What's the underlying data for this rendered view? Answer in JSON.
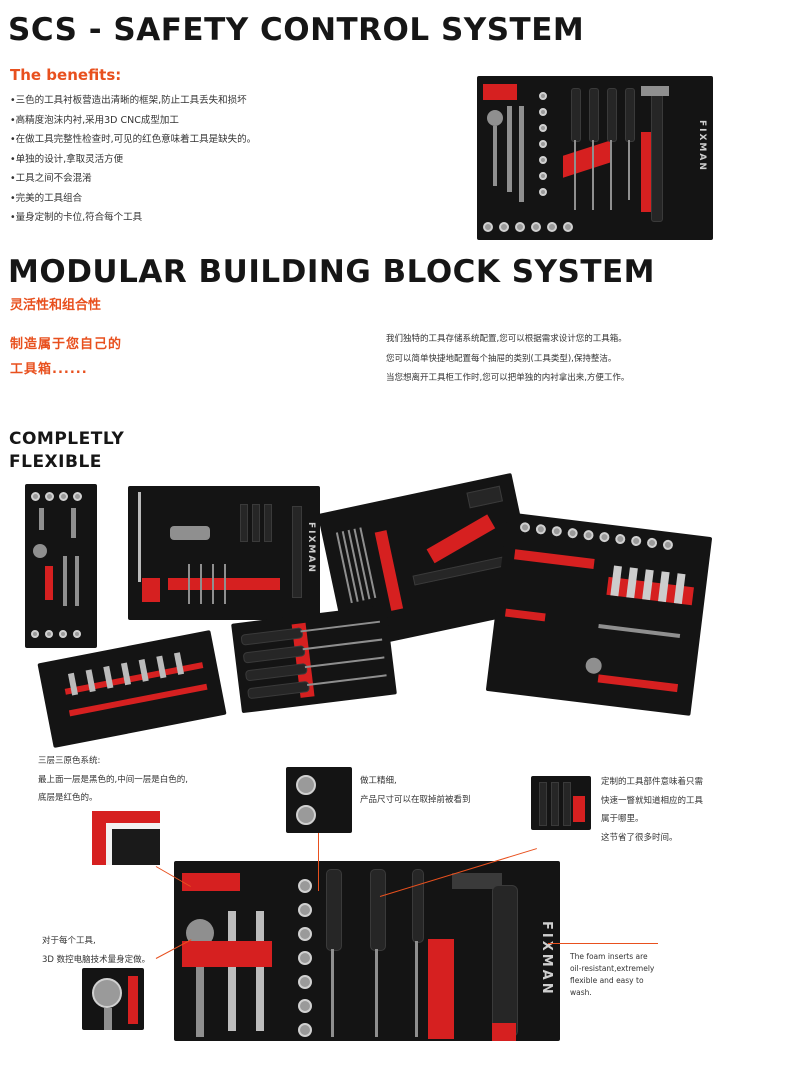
{
  "safety": {
    "title": "SCS - SAFETY CONTROL SYSTEM",
    "benefits_title": "The benefits:",
    "benefits": [
      "•三色的工具衬板营造出清晰的框架,防止工具丢失和损坏",
      "•高精度泡沫内衬,采用3D CNC成型加工",
      "•在做工具完整性检查时,可见的红色意味着工具是缺失的。",
      "•单独的设计,拿取灵活方便",
      "•工具之间不会混淆",
      "•完美的工具组合",
      "•量身定制的卡位,符合每个工具"
    ]
  },
  "modular": {
    "title": "MODULAR BUILDING BLOCK SYSTEM",
    "subtitle": "灵活性和组合性",
    "tagline_line1": "制造属于您自己的",
    "tagline_line2": "工具箱......",
    "description": [
      "我们独特的工具存储系统配置,您可以根据需求设计您的工具箱。",
      "您可以简单快捷地配置每个抽屉的类别(工具类型),保持整洁。",
      "当您想离开工具柜工作时,您可以把单独的内衬拿出来,方便工作。"
    ]
  },
  "flexible": {
    "title_line1": "COMPLETLY",
    "title_line2": "FLEXIBLE"
  },
  "brand": "FIXMAN",
  "callouts": {
    "three_layer": [
      "三层三原色系统:",
      "最上面一层是黑色的,中间一层是白色的,",
      "底层是红色的。"
    ],
    "precision": [
      "做工精细,",
      "产品尺寸可以在取掉前被看到"
    ],
    "custom": [
      "定制的工具部件意味着只需",
      "快速一瞥就知道相应的工具",
      "属于哪里。",
      "这节省了很多时间。"
    ],
    "per_tool": [
      "对于每个工具,",
      "3D 数控电脑技术量身定做。"
    ],
    "foam": [
      "The foam inserts are",
      "oil-resistant,extremely",
      "flexible and easy to",
      "wash."
    ]
  },
  "colors": {
    "accent": "#e8501e",
    "foam_red": "#d62020",
    "foam_black": "#141414"
  }
}
